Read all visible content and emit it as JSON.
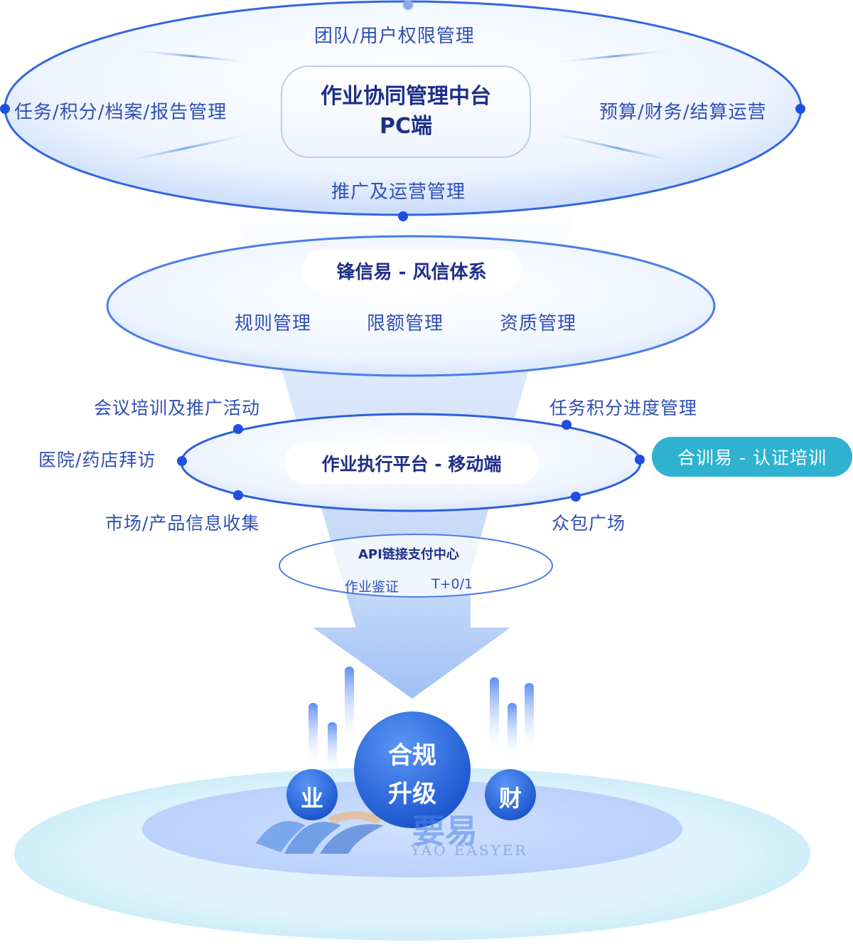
{
  "top_layer": {
    "title_line1": "作业协同管理中台",
    "title_line2": "PC端",
    "label_top": "团队/用户权限管理",
    "label_left": "任务/积分/档案/报告管理",
    "label_right": "预算/财务/结算运营",
    "label_bottom": "推广及运营管理"
  },
  "risk_layer": {
    "title": "锋信易 - 风信体系",
    "items": [
      "规则管理",
      "限额管理",
      "资质管理"
    ]
  },
  "mobile_layer": {
    "title": "作业执行平台 - 移动端",
    "label_upper_left": "会议培训及推广活动",
    "label_mid_left": "医院/药店拜访",
    "label_lower_left": "市场/产品信息收集",
    "label_upper_right": "任务积分进度管理",
    "label_lower_right": "众包广场",
    "side_button": "合训易 - 认证培训"
  },
  "payment_layer": {
    "title": "API链接支付中心",
    "item_left": "作业鉴证",
    "item_right": "T+0/1"
  },
  "base": {
    "center_line1": "合规",
    "center_line2": "升级",
    "left_ball": "业",
    "right_ball": "财",
    "logo_text": "要易",
    "logo_sub": "YAO EASYER"
  },
  "colors": {
    "primary": "#2f4fb5",
    "dot": "#1f4fe0",
    "accent_teal": "#2fb2cf",
    "ball": "#2a6fe0"
  }
}
